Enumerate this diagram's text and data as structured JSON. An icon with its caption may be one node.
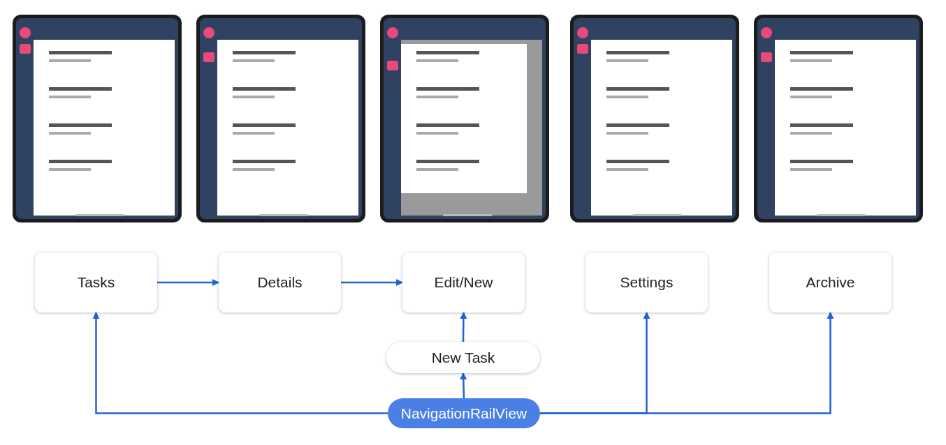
{
  "diagram": {
    "nodes": [
      {
        "text": [
          "Tasks"
        ]
      },
      {
        "text": [
          "Details"
        ]
      },
      {
        "text": [
          "Edit/New"
        ]
      },
      {
        "text": [
          "Settings"
        ]
      },
      {
        "text": [
          "Archive"
        ]
      },
      {
        "text": [
          "New Task"
        ]
      },
      {
        "text": [
          "NavigationRailView"
        ]
      }
    ],
    "edges": [
      {
        "from": 0,
        "to": 1,
        "arrow": "to"
      },
      {
        "from": 1,
        "to": 2,
        "arrow": "to"
      },
      {
        "from": 5,
        "to": 2,
        "arrow": "to"
      },
      {
        "from": 6,
        "to": 5,
        "arrow": "to"
      },
      {
        "from": 6,
        "to": 0,
        "arrow": "to"
      },
      {
        "from": 6,
        "to": 3,
        "arrow": "to"
      },
      {
        "from": 6,
        "to": 4,
        "arrow": "to"
      }
    ]
  }
}
